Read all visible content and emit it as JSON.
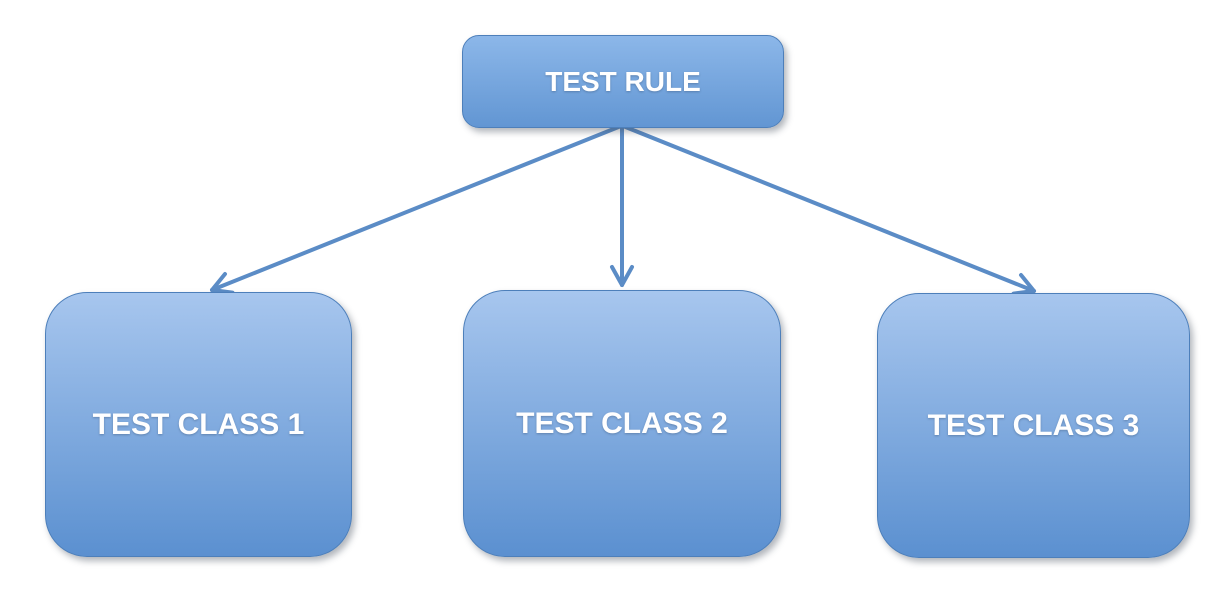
{
  "diagram": {
    "root": {
      "label": "TEST RULE"
    },
    "children": [
      {
        "label": "TEST CLASS 1"
      },
      {
        "label": "TEST CLASS 2"
      },
      {
        "label": "TEST CLASS 3"
      }
    ],
    "colors": {
      "background": "#ffffff",
      "root_gradient_top": "#8cb7e9",
      "root_gradient_bottom": "#6296d3",
      "node_gradient_top": "#a7c6ee",
      "node_gradient_bottom": "#5b90d0",
      "node_border": "#4d7fba",
      "arrow": "#5b8cc6",
      "text": "#ffffff"
    }
  }
}
